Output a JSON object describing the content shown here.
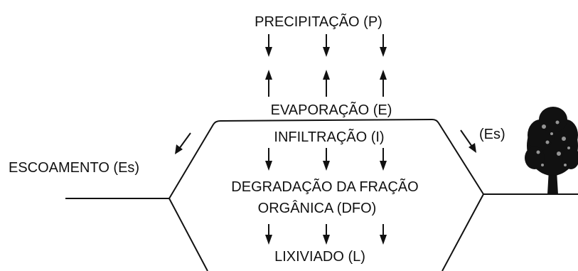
{
  "labels": {
    "precipitation": "PRECIPITAÇÃO (P)",
    "evaporation": "EVAPORAÇÃO (E)",
    "infiltration": "INFILTRAÇÃO (I)",
    "runoff_left": "ESCOAMENTO (Es)",
    "runoff_right": "(Es)",
    "degradation_line1": "DEGRADAÇÃO DA FRAÇÃO",
    "degradation_line2": "ORGÂNICA (DFO)",
    "leachate": "LIXIVIADO (L)"
  },
  "icons": [
    "arrow-down-icon",
    "arrow-up-icon",
    "runoff-arrow-icon",
    "tree-icon"
  ],
  "colors": {
    "ink": "#111111",
    "background": "#ffffff"
  }
}
